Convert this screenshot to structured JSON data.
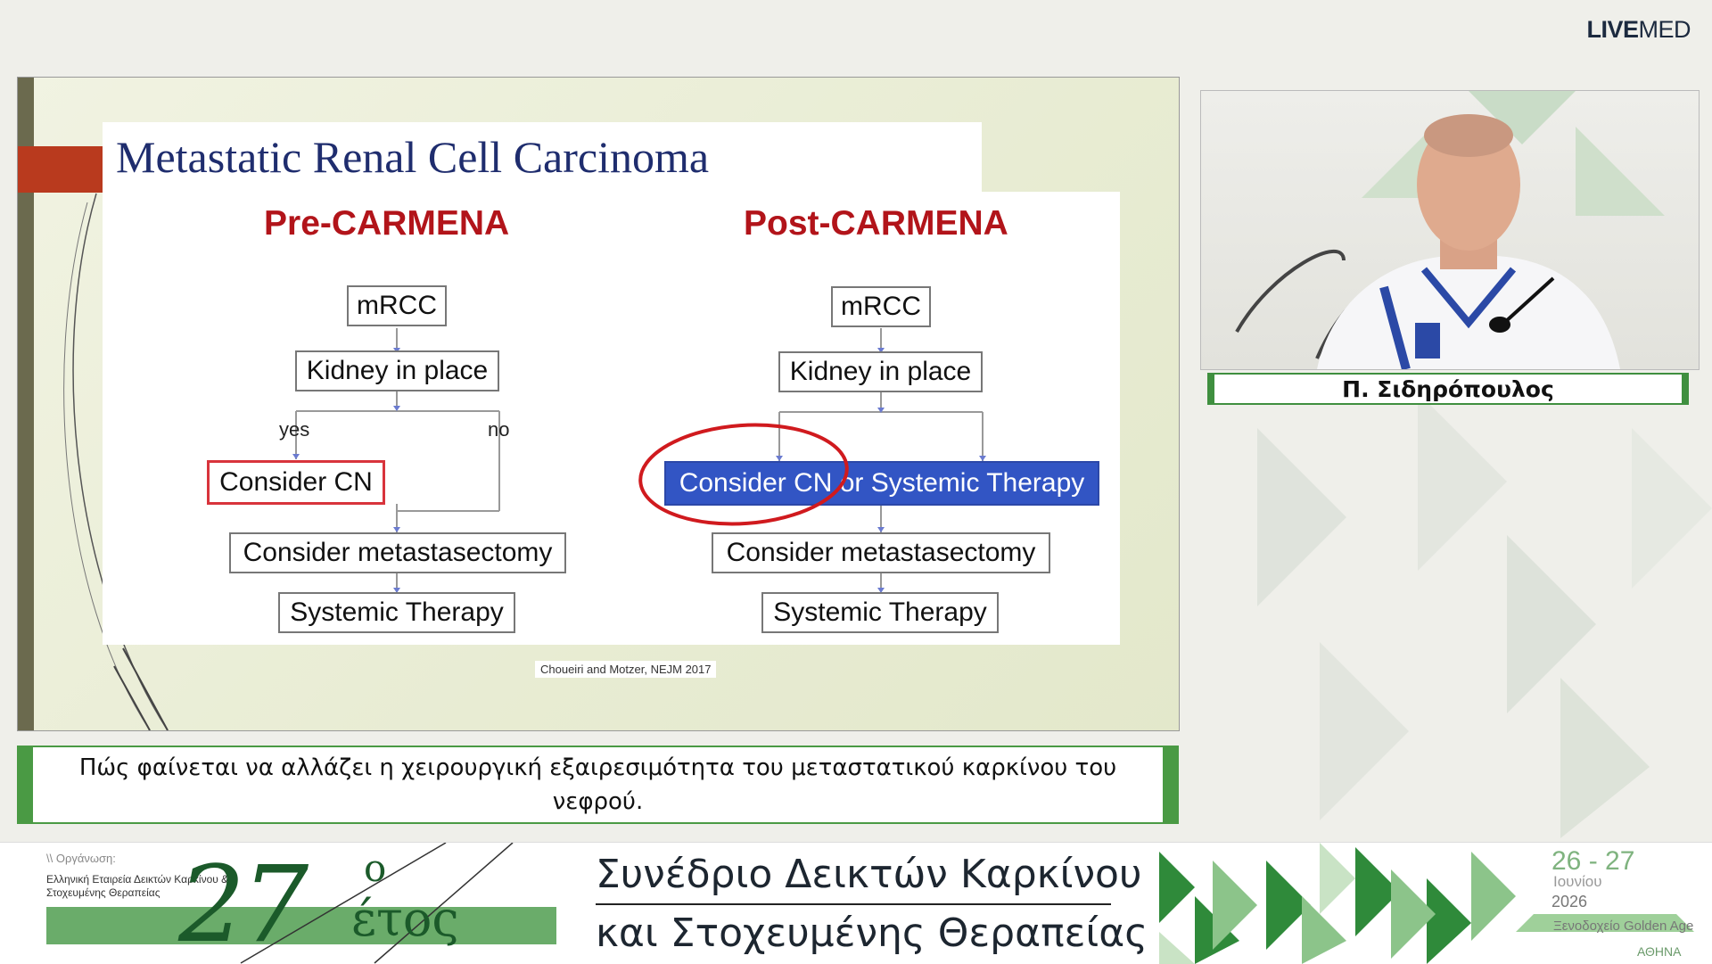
{
  "brand": {
    "logo_bold": "LIVE",
    "logo_light": "MED"
  },
  "slide": {
    "title": "Metastatic Renal Cell Carcinoma",
    "left_heading": "Pre-CARMENA",
    "right_heading": "Post-CARMENA",
    "left": {
      "mrcc": "mRCC",
      "kidney": "Kidney in place",
      "yes": "yes",
      "no": "no",
      "consider_cn": "Consider CN",
      "metastasectomy": "Consider metastasectomy",
      "systemic": "Systemic Therapy"
    },
    "right": {
      "mrcc": "mRCC",
      "kidney": "Kidney in place",
      "consider_cn_systemic": "Consider CN or Systemic Therapy",
      "metastasectomy": "Consider metastasectomy",
      "systemic": "Systemic Therapy"
    },
    "citation": "Choueiri and Motzer, NEJM 2017"
  },
  "speaker": {
    "name": "Π. Σιδηρόπουλος"
  },
  "caption": {
    "text": "Πώς φαίνεται να αλλάζει η χειρουργική εξαιρεσιμότητα του μεταστατικού καρκίνου του νεφρού."
  },
  "banner": {
    "org_label": "\\\\ Οργάνωση:",
    "org_name": "Ελληνική Εταιρεία Δεικτών Καρκίνου & Στοχευμένης Θεραπείας",
    "number": "27",
    "ordinal": "ο",
    "year_word": "έτος",
    "event_line1": "Συνέδριο Δεικτών Καρκίνου",
    "event_line2": "και Στοχευμένης Θεραπείας",
    "days": "26 - 27",
    "month": "Ιουνίου",
    "year": "2026",
    "venue": "Ξενοδοχείο Golden Age",
    "city": "ΑΘΗΝΑ"
  },
  "colors": {
    "accent_green": "#4a9a44",
    "title_blue": "#1f2d6e",
    "heading_red": "#b2141a",
    "flow_blue": "#3255c4"
  }
}
